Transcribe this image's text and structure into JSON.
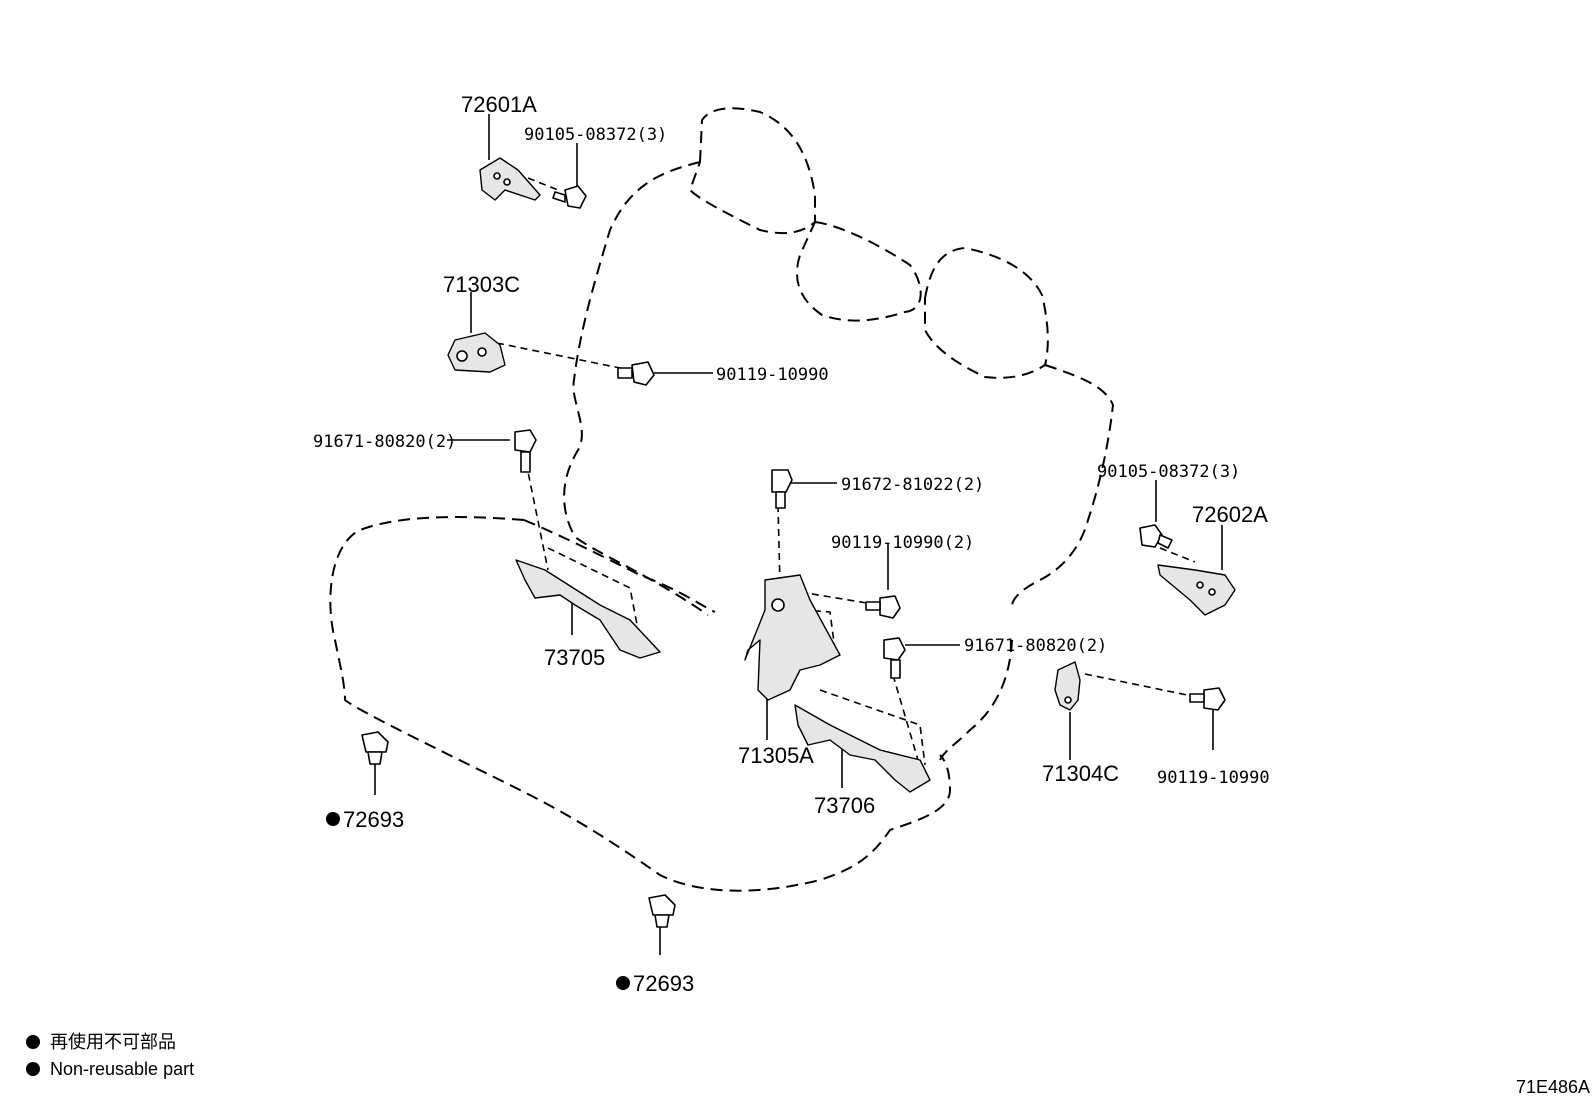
{
  "callouts": {
    "p72601A": "72601A",
    "p90105_top": "90105-08372(3)",
    "p71303C": "71303C",
    "p90119_left": "90119-10990",
    "p91671_left": "91671-80820(2)",
    "p91672": "91672-81022(2)",
    "p90119_mid": "90119-10990(2)",
    "p91671_right": "91671-80820(2)",
    "p90105_right": "90105-08372(3)",
    "p72602A": "72602A",
    "p73705": "73705",
    "p71305A": "71305A",
    "p73706": "73706",
    "p71304C": "71304C",
    "p90119_right": "90119-10990",
    "p72693_left": "72693",
    "p72693_bottom": "72693"
  },
  "legend": {
    "jp": "再使用不可部品",
    "en": "Non-reusable part"
  },
  "diagram_code": "71E486A"
}
